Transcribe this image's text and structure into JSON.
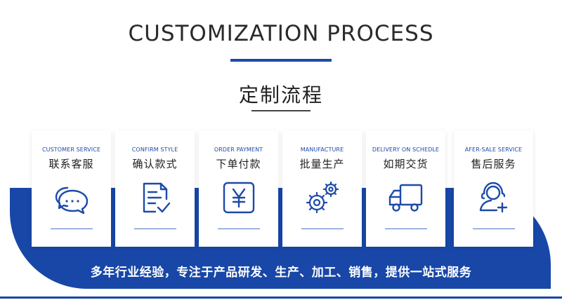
{
  "header": {
    "title_en": "CUSTOMIZATION PROCESS",
    "title_cn": "定制流程"
  },
  "steps": [
    {
      "label_en": "CUSTOMER SERVICE",
      "label_cn": "联系客服",
      "icon": "chat-bubble-icon"
    },
    {
      "label_en": "CONFIRM STYLE",
      "label_cn": "确认款式",
      "icon": "document-check-icon"
    },
    {
      "label_en": "ORDER PAYMENT",
      "label_cn": "下单付款",
      "icon": "yen-payment-icon"
    },
    {
      "label_en": "MANUFACTURE",
      "label_cn": "批量生产",
      "icon": "gears-icon"
    },
    {
      "label_en": "DELIVERY ON SCHEDLE",
      "label_cn": "如期交货",
      "icon": "delivery-truck-icon"
    },
    {
      "label_en": "AFER-SALE SERVICE",
      "label_cn": "售后服务",
      "icon": "user-plus-icon"
    }
  ],
  "footer": {
    "slogan": "多年行业经验，专注于产品研发、生产、加工、销售，提供一站式服务"
  },
  "colors": {
    "accent": "#1847a8",
    "icon_stroke": "#1d4aa8",
    "text_dark": "#222222"
  }
}
